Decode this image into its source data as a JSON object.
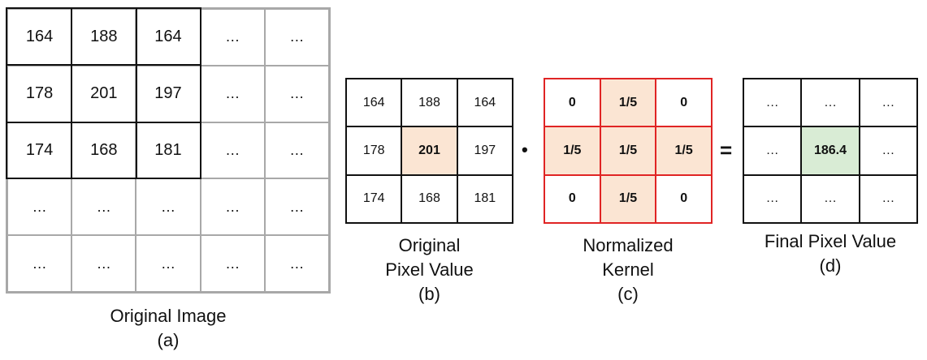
{
  "panel_a": {
    "rows": [
      [
        "164",
        "188",
        "164",
        "…",
        "…"
      ],
      [
        "178",
        "201",
        "197",
        "…",
        "…"
      ],
      [
        "174",
        "168",
        "181",
        "…",
        "…"
      ],
      [
        "…",
        "…",
        "…",
        "…",
        "…"
      ],
      [
        "…",
        "…",
        "…",
        "…",
        "…"
      ]
    ],
    "caption_line1": "Original Image",
    "caption_line2": "(a)"
  },
  "panel_b": {
    "rows": [
      [
        "164",
        "188",
        "164"
      ],
      [
        "178",
        "201",
        "197"
      ],
      [
        "174",
        "168",
        "181"
      ]
    ],
    "caption_line1": "Original",
    "caption_line2": "Pixel Value",
    "caption_line3": "(b)"
  },
  "panel_c": {
    "rows": [
      [
        "0",
        "1/5",
        "0"
      ],
      [
        "1/5",
        "1/5",
        "1/5"
      ],
      [
        "0",
        "1/5",
        "0"
      ]
    ],
    "caption_line1": "Normalized",
    "caption_line2": "Kernel",
    "caption_line3": "(c)"
  },
  "panel_d": {
    "rows": [
      [
        "…",
        "…",
        "…"
      ],
      [
        "…",
        "186.4",
        "…"
      ],
      [
        "…",
        "…",
        "…"
      ]
    ],
    "caption_line1": "Final Pixel Value",
    "caption_line2": "(d)"
  },
  "operators": {
    "multiply": "•",
    "equals": "="
  },
  "colors": {
    "highlight_orange": "#fbe5d3",
    "highlight_green": "#d9ecd5",
    "kernel_border": "#e02424",
    "grid_gray": "#a8a8a8"
  }
}
